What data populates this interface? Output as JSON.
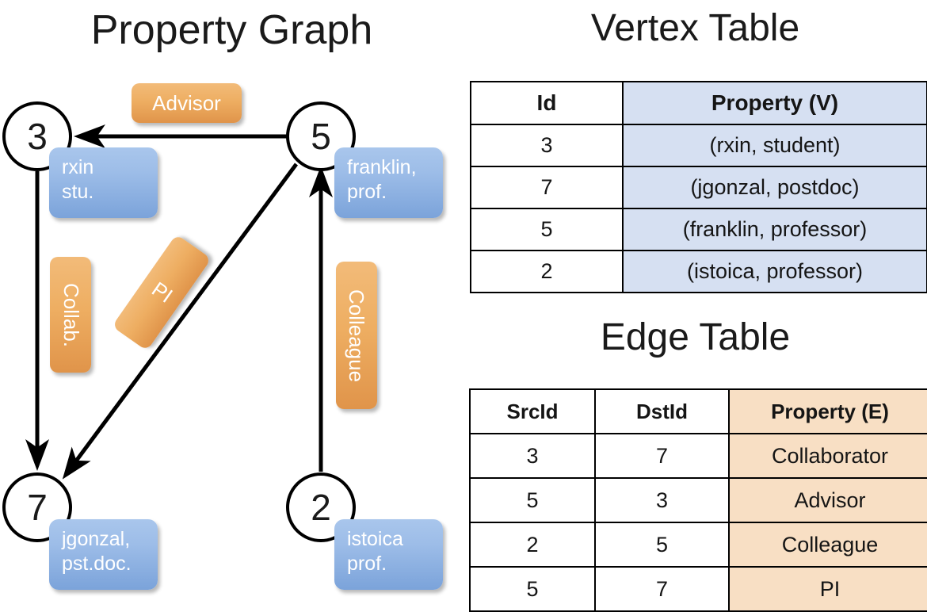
{
  "titles": {
    "property_graph": "Property Graph",
    "vertex_table": "Vertex Table",
    "edge_table": "Edge Table"
  },
  "graph": {
    "nodes": [
      {
        "id": "3",
        "label": "3",
        "property_line1": "rxin",
        "property_line2": "stu."
      },
      {
        "id": "5",
        "label": "5",
        "property_line1": "franklin,",
        "property_line2": "prof."
      },
      {
        "id": "7",
        "label": "7",
        "property_line1": "jgonzal,",
        "property_line2": "pst.doc."
      },
      {
        "id": "2",
        "label": "2",
        "property_line1": "istoica",
        "property_line2": "prof."
      }
    ],
    "edge_labels": [
      {
        "name": "advisor",
        "text": "Advisor"
      },
      {
        "name": "collab",
        "text": "Collab."
      },
      {
        "name": "pi",
        "text": "PI"
      },
      {
        "name": "colleague",
        "text": "Colleague"
      }
    ]
  },
  "vertex_table": {
    "headers": [
      "Id",
      "Property (V)"
    ],
    "rows": [
      [
        "3",
        "(rxin, student)"
      ],
      [
        "7",
        "(jgonzal, postdoc)"
      ],
      [
        "5",
        "(franklin, professor)"
      ],
      [
        "2",
        "(istoica, professor)"
      ]
    ]
  },
  "edge_table": {
    "headers": [
      "SrcId",
      "DstId",
      "Property (E)"
    ],
    "rows": [
      [
        "3",
        "7",
        "Collaborator"
      ],
      [
        "5",
        "3",
        "Advisor"
      ],
      [
        "2",
        "5",
        "Colleague"
      ],
      [
        "5",
        "7",
        "PI"
      ]
    ]
  },
  "colors": {
    "vertex_property_fill": "#d6e0f2",
    "edge_property_fill": "#f8dfc4",
    "vertex_box": "#9dbde8",
    "edge_box": "#eeae62",
    "stroke": "#000000"
  }
}
